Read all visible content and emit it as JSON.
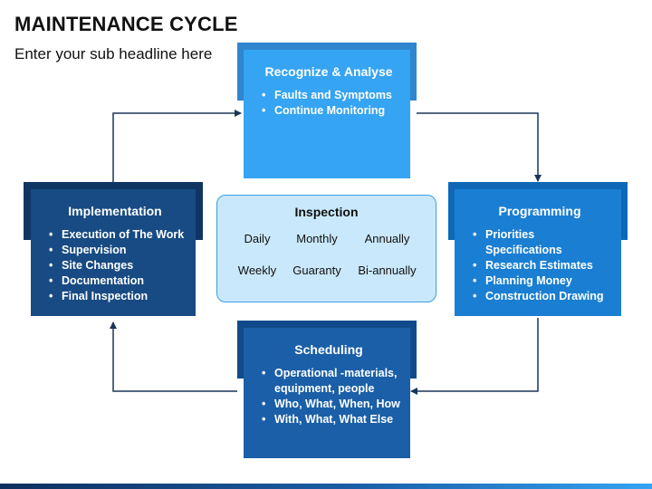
{
  "header": {
    "title": "MAINTENANCE CYCLE",
    "subtitle": "Enter your sub headline here"
  },
  "colors": {
    "recognize": "#35a4f2",
    "programming": "#1a7fd3",
    "scheduling": "#1a5fa8",
    "implementation": "#184b83",
    "inspection_fill": "#c9e8fb",
    "connector": "#1c3556"
  },
  "cards": {
    "recognize": {
      "title": "Recognize & Analyse",
      "items": [
        "Faults and Symptoms",
        "Continue Monitoring"
      ]
    },
    "programming": {
      "title": "Programming",
      "items": [
        "Priorities Specifications",
        "Research Estimates",
        "Planning Money",
        "Construction Drawing"
      ]
    },
    "scheduling": {
      "title": "Scheduling",
      "items": [
        "Operational -materials, equipment, people",
        "Who, What, When, How",
        "With, What, What Else"
      ]
    },
    "implementation": {
      "title": "Implementation",
      "items": [
        "Execution of The Work",
        "Supervision",
        "Site Changes",
        "Documentation",
        "Final Inspection"
      ]
    }
  },
  "inspection": {
    "title": "Inspection",
    "row1": [
      "Daily",
      "Monthly",
      "Annually"
    ],
    "row2": [
      "Weekly",
      "Guaranty",
      "Bi-annually"
    ]
  }
}
